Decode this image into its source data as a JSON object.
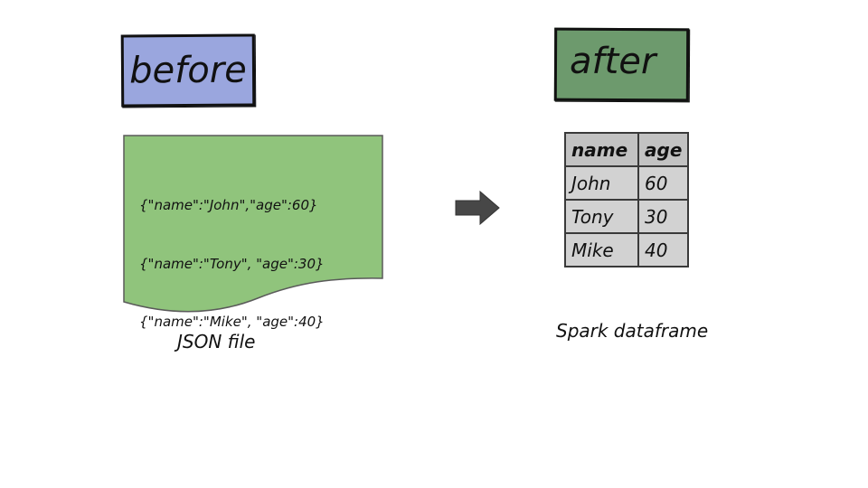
{
  "before": {
    "label": "before",
    "color": "#9aa6de"
  },
  "after": {
    "label": "after",
    "color": "#6d9a6d"
  },
  "json_file": {
    "lines": [
      "{\"name\":\"John\",\"age\":60}",
      "{\"name\":\"Tony\", \"age\":30}",
      "{\"name\":\"Mike\", \"age\":40}"
    ],
    "caption": "JSON file",
    "color": "#90c47c"
  },
  "dataframe": {
    "columns": [
      "name",
      "age"
    ],
    "rows": [
      [
        "John",
        "60"
      ],
      [
        "Tony",
        "30"
      ],
      [
        "Mike",
        "40"
      ]
    ],
    "caption": "Spark dataframe"
  },
  "arrow": {
    "icon": "right-arrow-icon",
    "color": "#444444"
  }
}
